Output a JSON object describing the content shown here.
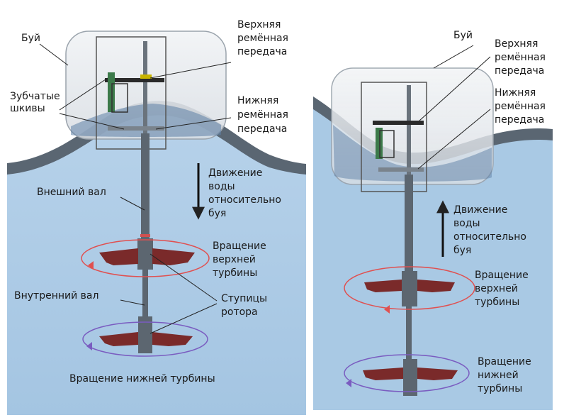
{
  "left_panel": {
    "buoy_label": "Буй",
    "gear_pulleys_label": [
      "Зубчатые",
      "шкивы"
    ],
    "upper_belt_label": [
      "Верхняя",
      "ремённая",
      "передача"
    ],
    "lower_belt_label": [
      "Нижняя",
      "ремённая",
      "передача"
    ],
    "water_motion_label": [
      "Движение",
      "воды",
      "относительно",
      "буя"
    ],
    "water_motion_direction": "down",
    "outer_shaft_label": "Внешний вал",
    "upper_turbine_label": [
      "Вращение",
      "верхней",
      "турбины"
    ],
    "inner_shaft_label": "Внутренний вал",
    "rotor_hubs_label": [
      "Ступицы",
      "ротора"
    ],
    "lower_turbine_label": "Вращение нижней турбины"
  },
  "right_panel": {
    "buoy_label": "Буй",
    "upper_belt_label": [
      "Верхняя",
      "ремённая",
      "передача"
    ],
    "lower_belt_label": [
      "Нижняя",
      "ремённая",
      "передача"
    ],
    "water_motion_label": [
      "Движение",
      "воды",
      "относительно",
      "буя"
    ],
    "water_motion_direction": "up",
    "upper_turbine_label": [
      "Вращение",
      "верхней",
      "турбины"
    ],
    "lower_turbine_label": [
      "Вращение",
      "нижней",
      "турбины"
    ]
  },
  "colors": {
    "water": "#a9c9e4",
    "water_deep": "#9dc0df",
    "wave_band": "#4e5a66",
    "buoy_glass": "#e6eaee",
    "turbine_blade": "#7a2a2a",
    "shaft": "#5c6670",
    "upper_rotation_arrow": "#e05050",
    "lower_rotation_arrow": "#7a5cc0"
  }
}
